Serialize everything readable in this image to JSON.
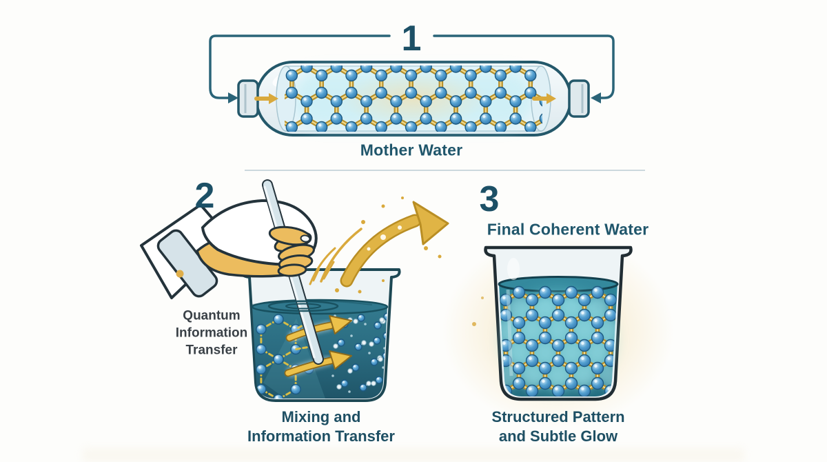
{
  "steps": {
    "step1": {
      "number": "1",
      "label": "Mother Water"
    },
    "step2": {
      "number": "2",
      "side_label": "Quantum\nInformation\nTransfer",
      "caption": "Mixing and\nInformation Transfer"
    },
    "step3": {
      "number": "3",
      "title": "Final Coherent Water",
      "caption": "Structured Pattern\nand Subtle Glow"
    }
  },
  "colors": {
    "outline_teal": "#24586a",
    "number_teal": "#1c5066",
    "caption_teal": "#1e4f63",
    "side_label_gray": "#3a4147",
    "gold_accent": "#d9a93c",
    "molecule_blue": "#4896c8",
    "bond_gold": "#b8912c",
    "mixing_water_teal": "#2a6b80",
    "coherent_water_teal": "#2f8599",
    "glow_gold": "#f3dca4",
    "glow_cyan": "#b2f1f6",
    "skin_gold": "#ecbc5e",
    "glass_tint": "#eef4f6"
  }
}
